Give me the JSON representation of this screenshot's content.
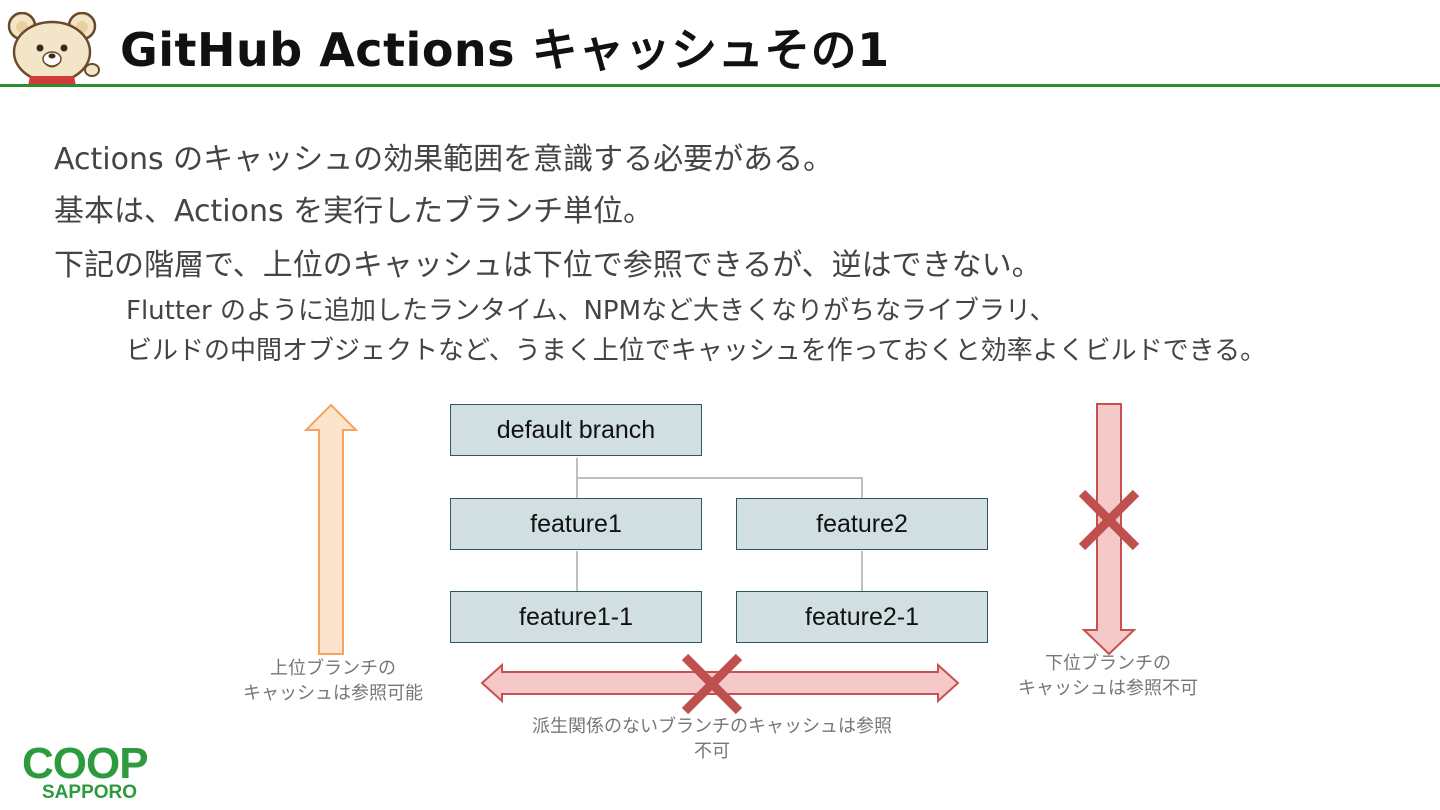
{
  "slide": {
    "title": "GitHub Actions キャッシュその1",
    "bullets": [
      "Actions のキャッシュの効果範囲を意識する必要がある。",
      "基本は、Actions を実行したブランチ単位。",
      "下記の階層で、上位のキャッシュは下位で参照できるが、逆はできない。"
    ],
    "sub_bullets": [
      "Flutter のように追加したランタイム、NPMなど大きくなりがちなライブラリ、",
      "ビルドの中間オブジェクトなど、うまく上位でキャッシュを作っておくと効率よくビルドできる。"
    ]
  },
  "diagram": {
    "boxes": {
      "default": "default branch",
      "feature1": "feature1",
      "feature2": "feature2",
      "feature1_1": "feature1-1",
      "feature2_1": "feature2-1"
    },
    "captions": {
      "up_line1": "上位ブランチの",
      "up_line2": "キャッシュは参照可能",
      "down_line1": "下位ブランチの",
      "down_line2": "キャッシュは参照不可",
      "side_line1": "派生関係のないブランチのキャッシュは参照",
      "side_line2": "不可"
    },
    "colors": {
      "up_arrow_fill": "#fbe3cc",
      "up_arrow_stroke": "#f4a460",
      "down_arrow_fill": "#f6c9c9",
      "down_arrow_stroke": "#c85050",
      "cross": "#c0504d",
      "box_fill": "#d1dfe3",
      "box_stroke": "#2f5561",
      "connector": "#aaaaaa",
      "rule": "#2e8b2e"
    }
  },
  "logo": {
    "top": "COOP",
    "bottom": "SAPPORO",
    "color": "#2e9a3e"
  }
}
